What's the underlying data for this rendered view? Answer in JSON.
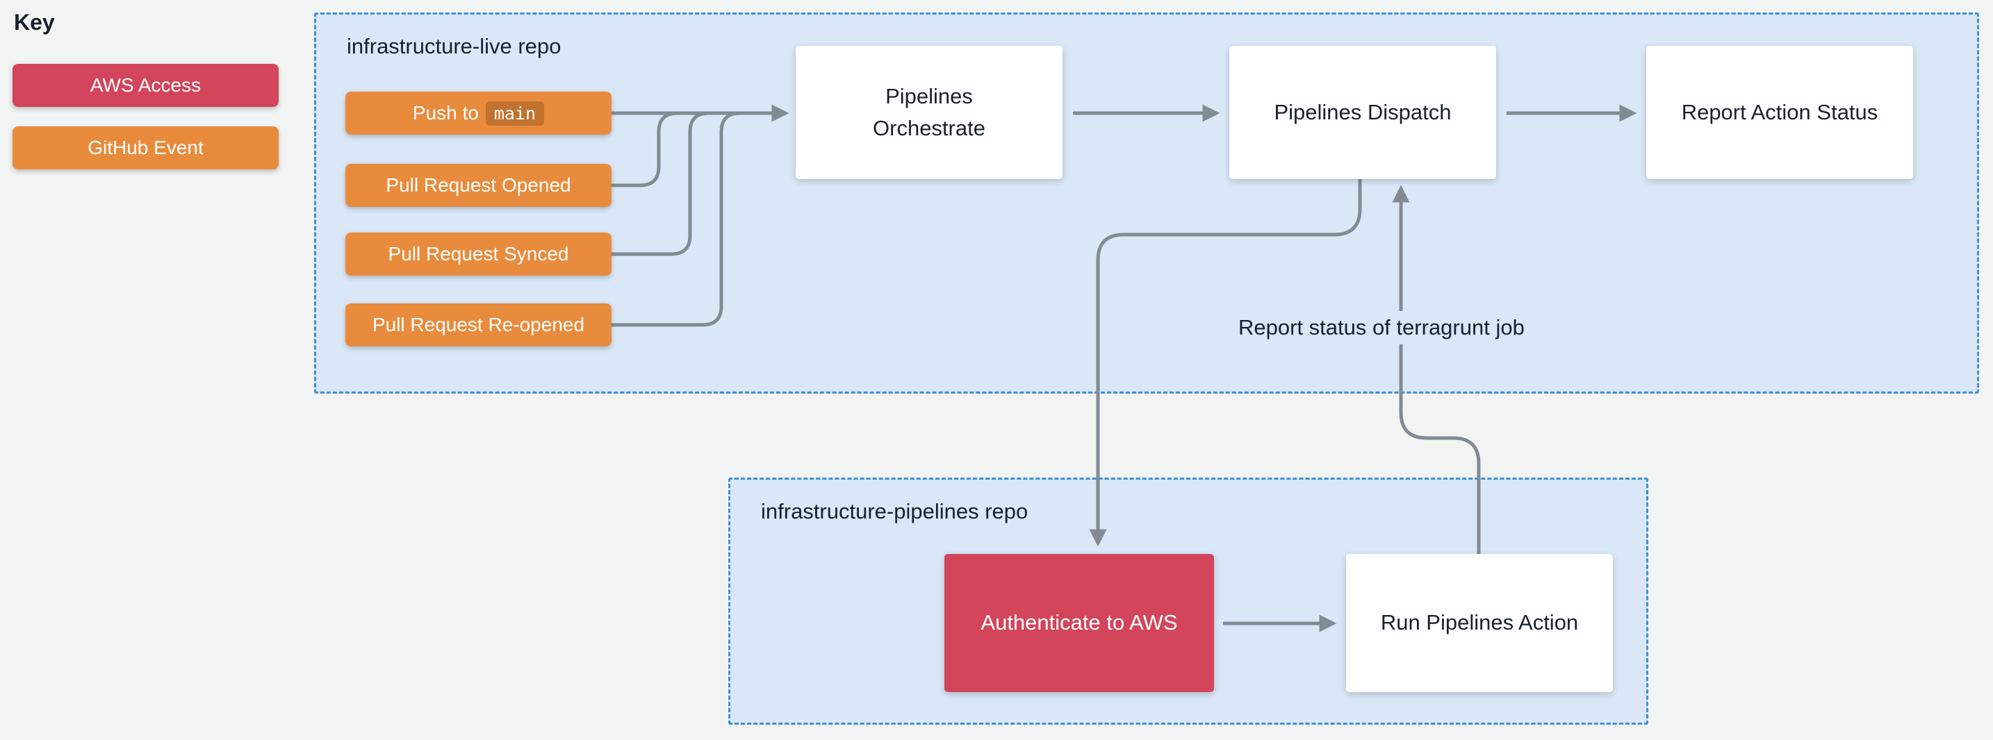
{
  "key": {
    "title": "Key",
    "items": [
      {
        "id": "aws-access",
        "label": "AWS Access",
        "color": "#d2455b"
      },
      {
        "id": "github-event",
        "label": "GitHub Event",
        "color": "#e98b3d"
      }
    ]
  },
  "live_repo": {
    "title": "infrastructure-live repo",
    "events": [
      {
        "id": "push-to-main",
        "prefix": "Push to",
        "code": "main"
      },
      {
        "id": "pull-request-opened",
        "label": "Pull Request Opened"
      },
      {
        "id": "pull-request-synced",
        "label": "Pull Request Synced"
      },
      {
        "id": "pull-request-reopened",
        "label": "Pull Request Re-opened"
      }
    ],
    "nodes": [
      {
        "id": "pipelines-orchestrate",
        "label": "Pipelines\nOrchestrate"
      },
      {
        "id": "pipelines-dispatch",
        "label": "Pipelines Dispatch"
      },
      {
        "id": "report-action-status",
        "label": "Report Action Status"
      }
    ]
  },
  "pipelines_repo": {
    "title": "infrastructure-pipelines repo",
    "nodes": [
      {
        "id": "authenticate-to-aws",
        "label": "Authenticate to AWS",
        "type": "aws-access"
      },
      {
        "id": "run-pipelines-action",
        "label": "Run Pipelines Action",
        "type": "default"
      }
    ]
  },
  "annotations": {
    "report_status": "Report status of terragrunt job"
  },
  "edges": [
    {
      "from": "push-to-main",
      "to": "pipelines-orchestrate"
    },
    {
      "from": "pull-request-opened",
      "to": "pipelines-orchestrate"
    },
    {
      "from": "pull-request-synced",
      "to": "pipelines-orchestrate"
    },
    {
      "from": "pull-request-reopened",
      "to": "pipelines-orchestrate"
    },
    {
      "from": "pipelines-orchestrate",
      "to": "pipelines-dispatch"
    },
    {
      "from": "pipelines-dispatch",
      "to": "report-action-status"
    },
    {
      "from": "pipelines-dispatch",
      "to": "authenticate-to-aws"
    },
    {
      "from": "authenticate-to-aws",
      "to": "run-pipelines-action"
    },
    {
      "from": "run-pipelines-action",
      "to": "pipelines-dispatch",
      "label": "Report status of terragrunt job"
    }
  ],
  "colors": {
    "aws_access": "#d2455b",
    "github_event": "#e98b3d",
    "container_fill": "#d9e7f6",
    "container_border": "#3f8fd6",
    "arrow": "#828b93",
    "node_fill": "#ffffff",
    "page_background": "#f2f3f3"
  }
}
